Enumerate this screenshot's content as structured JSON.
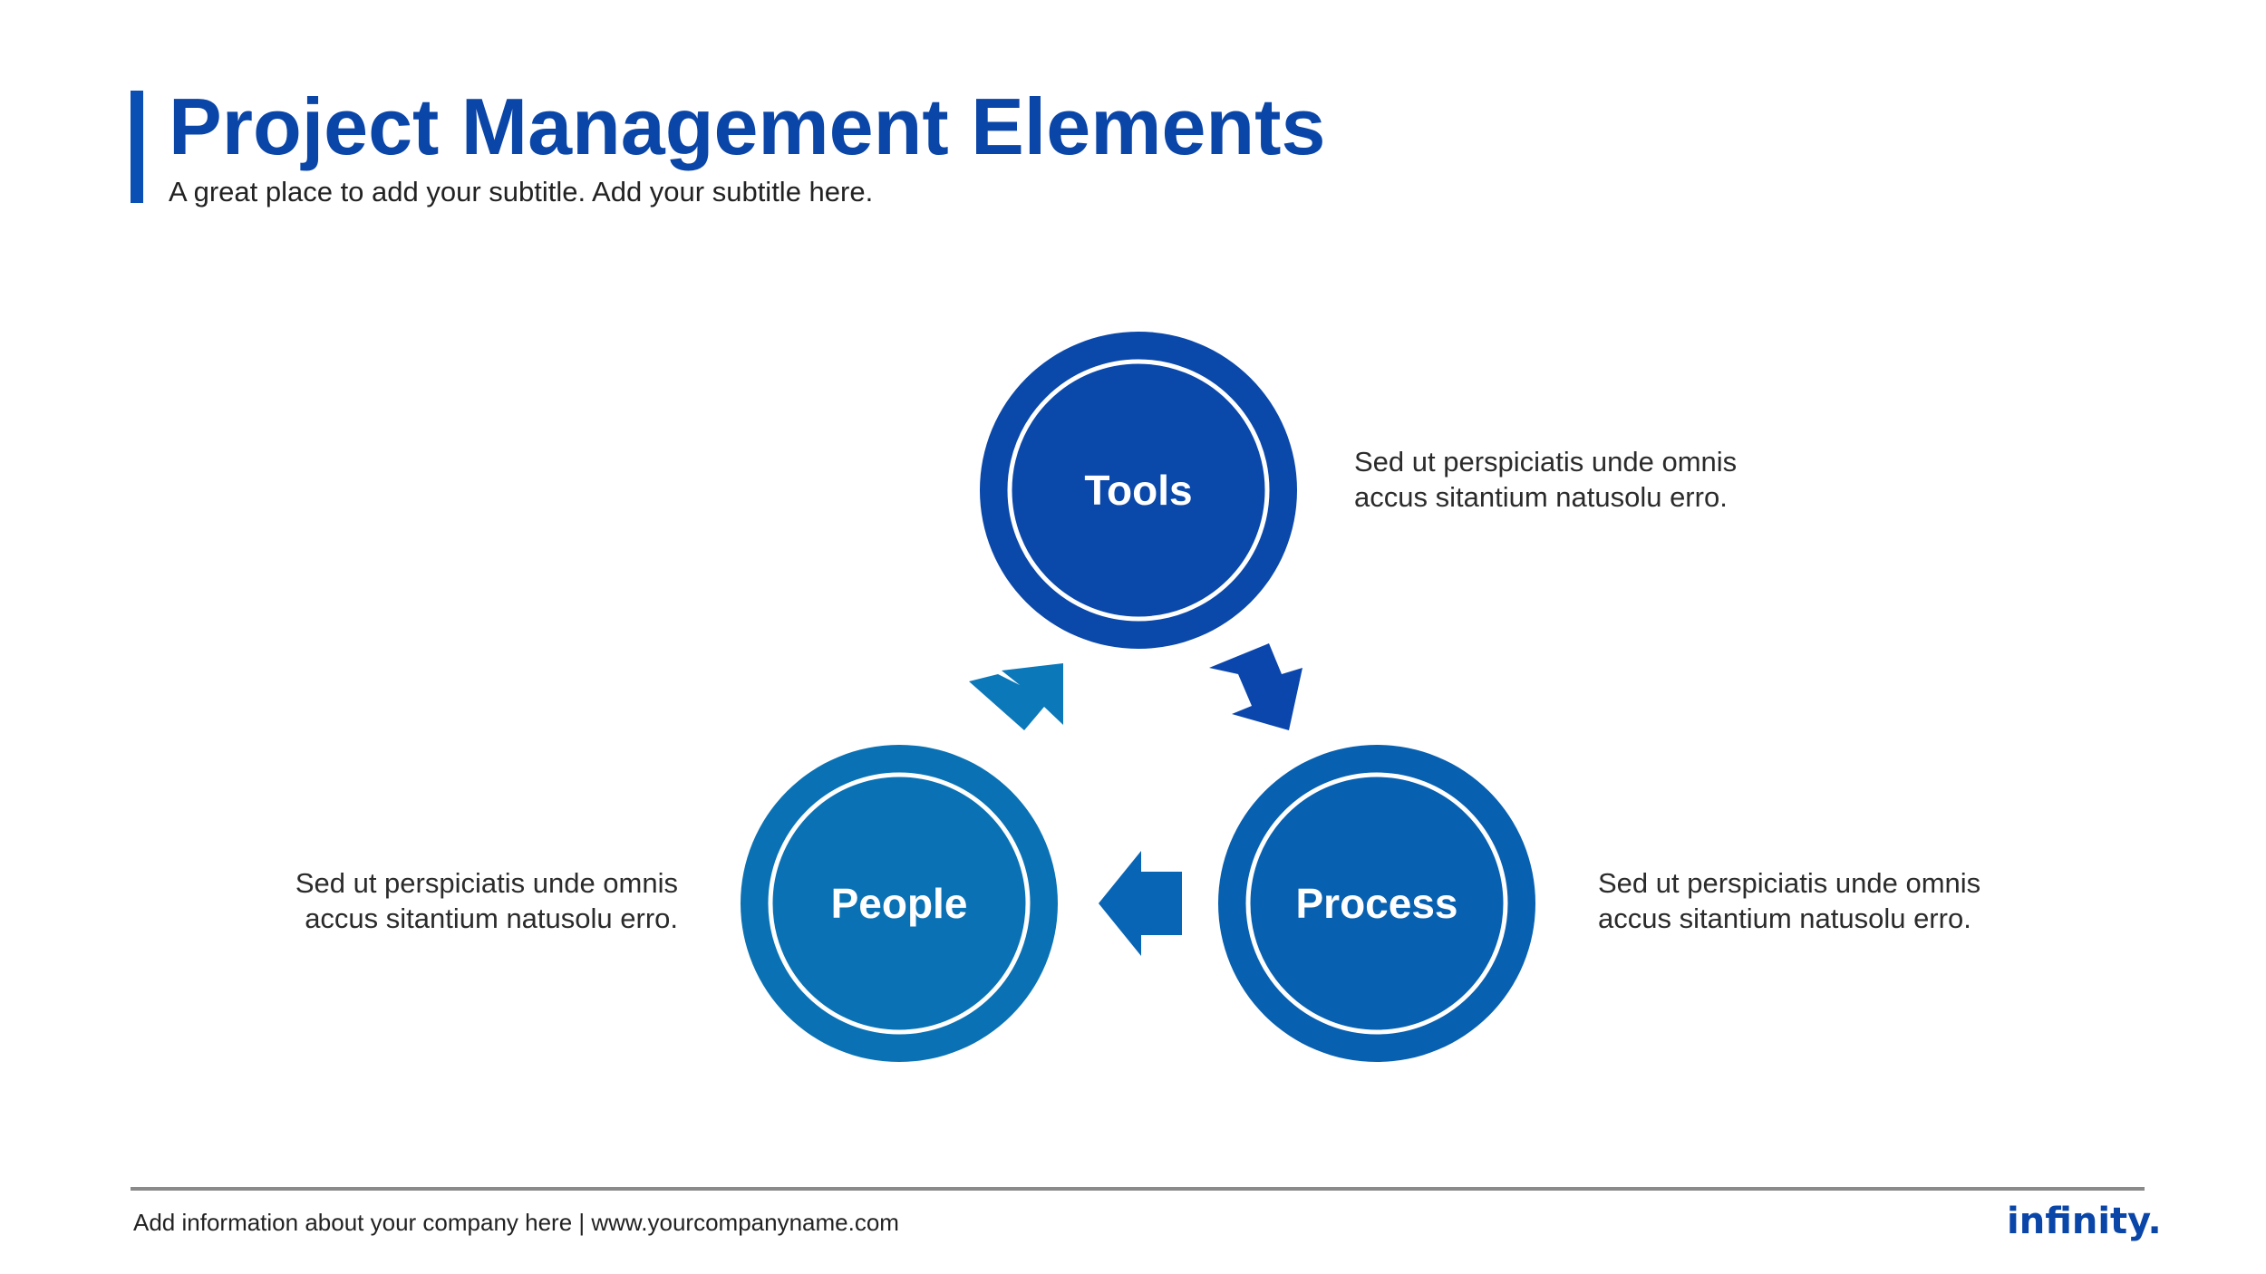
{
  "header": {
    "title": "Project Management Elements",
    "subtitle": "A great place to add your subtitle. Add your subtitle here."
  },
  "cycle": {
    "nodes": [
      {
        "label": "Tools",
        "color": "#0a48aa",
        "description": [
          "Sed ut perspiciatis unde omnis",
          "accus sitantium natusolu erro."
        ]
      },
      {
        "label": "Process",
        "color": "#0860b0",
        "description": [
          "Sed ut perspiciatis unde omnis",
          "accus sitantium natusolu erro."
        ]
      },
      {
        "label": "People",
        "color": "#0a72b4",
        "description": [
          "Sed ut perspiciatis unde omnis",
          "accus sitantium natusolu erro."
        ]
      }
    ],
    "arrow_colors": {
      "tools_to_process": "#0b46ad",
      "process_to_people": "#0864b4",
      "people_to_tools": "#0b78ba"
    }
  },
  "footer": {
    "info": "Add information about your company here | www.yourcompanyname.com",
    "logo": "infinity."
  },
  "colors": {
    "title": "#0a45a8",
    "accent_bar": "#0a4fb4",
    "footer_line": "#8a8a8a"
  }
}
